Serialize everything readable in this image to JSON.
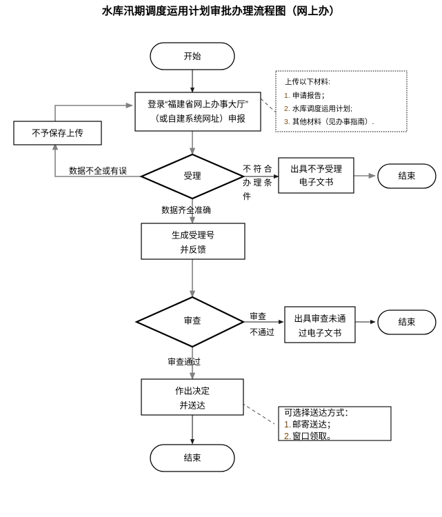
{
  "document": {
    "title": "水库汛期调度运用计划审批办理流程图（网上办）",
    "type": "flowchart"
  },
  "nodes": {
    "start": {
      "label": "开始",
      "shape": "terminator"
    },
    "login": {
      "line1": "登录“福建省网上办事大厅”",
      "line2": "（或自建系统网址）申报",
      "shape": "process"
    },
    "not_saved": {
      "label": "不予保存上传",
      "shape": "process"
    },
    "accept": {
      "label": "受理",
      "shape": "decision"
    },
    "reject_doc": {
      "line1": "出具不予受理",
      "line2": "电子文书",
      "shape": "process"
    },
    "end1": {
      "label": "结束",
      "shape": "terminator"
    },
    "gen_no": {
      "line1": "生成受理号",
      "line2": "并反馈",
      "shape": "process"
    },
    "review": {
      "label": "审查",
      "shape": "decision"
    },
    "fail_doc": {
      "line1": "出具审查未通",
      "line2": "过电子文书",
      "shape": "process"
    },
    "end2": {
      "label": "结束",
      "shape": "terminator"
    },
    "decide": {
      "line1": "作出决定",
      "line2": "并送达",
      "shape": "process"
    },
    "end3": {
      "label": "结束",
      "shape": "terminator"
    }
  },
  "edge_labels": {
    "data_incomplete": "数据不全或有误",
    "not_qualified_l1": "不 符 合",
    "not_qualified_l2": "办 理 条",
    "not_qualified_l3": "件",
    "data_complete": "数据齐全准确",
    "review_fail_l1": "审查",
    "review_fail_l2": "不通过",
    "review_pass": "审查通过"
  },
  "notes": {
    "upload": {
      "heading": "上传以下材料:",
      "items": [
        {
          "num": "1.",
          "text": "申请报告；"
        },
        {
          "num": "2.",
          "text": "水库调度运用计划;"
        },
        {
          "num": "3.",
          "text": "其他材料（见办事指南）."
        }
      ]
    },
    "delivery": {
      "heading": "可选择送达方式：",
      "items": [
        {
          "num": "1.",
          "text": "邮寄送达；"
        },
        {
          "num": "2.",
          "text": "窗口领取。"
        }
      ]
    }
  },
  "colors": {
    "stroke": "#000000",
    "edge": "#808080",
    "note_number": "#7a4a12",
    "background": "#ffffff"
  }
}
